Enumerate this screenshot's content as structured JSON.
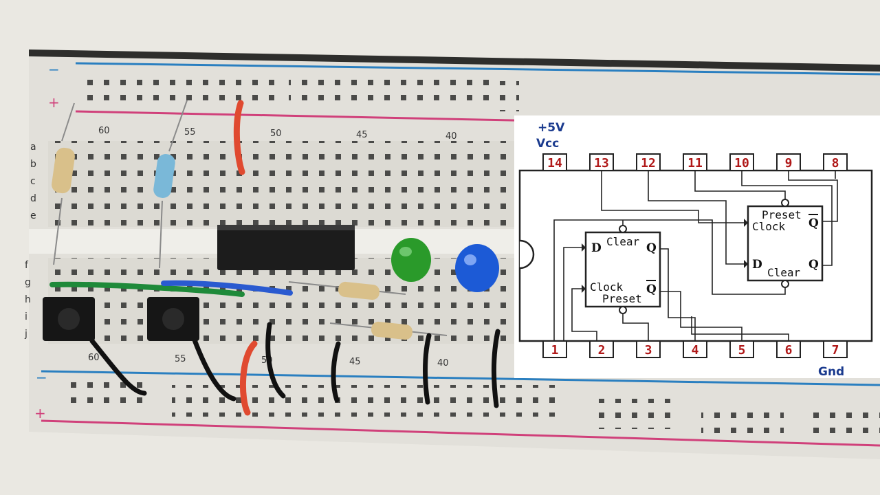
{
  "breadboard": {
    "column_numbers_top": [
      "60",
      "55",
      "50",
      "45",
      "40"
    ],
    "column_numbers_bottom": [
      "60",
      "55",
      "50",
      "45",
      "40"
    ],
    "row_letters_top": [
      "a",
      "b",
      "c",
      "d",
      "e"
    ],
    "row_letters_bottom": [
      "f",
      "g",
      "h",
      "i",
      "j"
    ],
    "rail_minus": "−",
    "rail_plus": "+"
  },
  "diagram": {
    "power_voltage": "+5V",
    "power_label": "Vcc",
    "ground_label": "Gnd",
    "top_pins": [
      "14",
      "13",
      "12",
      "11",
      "10",
      "9",
      "8"
    ],
    "bottom_pins": [
      "1",
      "2",
      "3",
      "4",
      "5",
      "6",
      "7"
    ],
    "ff1": {
      "d": "D",
      "clear": "Clear",
      "q": "Q",
      "clock": "Clock",
      "preset": "Preset",
      "qbar": "Q"
    },
    "ff2": {
      "preset": "Preset",
      "qbar": "Q",
      "clock": "Clock",
      "d": "D",
      "clear": "Clear",
      "q": "Q"
    }
  },
  "colors": {
    "breadboard": "#e4e2dc",
    "rail_blue": "#2a7fc0",
    "rail_red": "#d0407a",
    "led_green": "#2a9a2a",
    "led_blue": "#1c5ad6",
    "pin_label": "#b01818",
    "power_text": "#1a3a8e"
  }
}
